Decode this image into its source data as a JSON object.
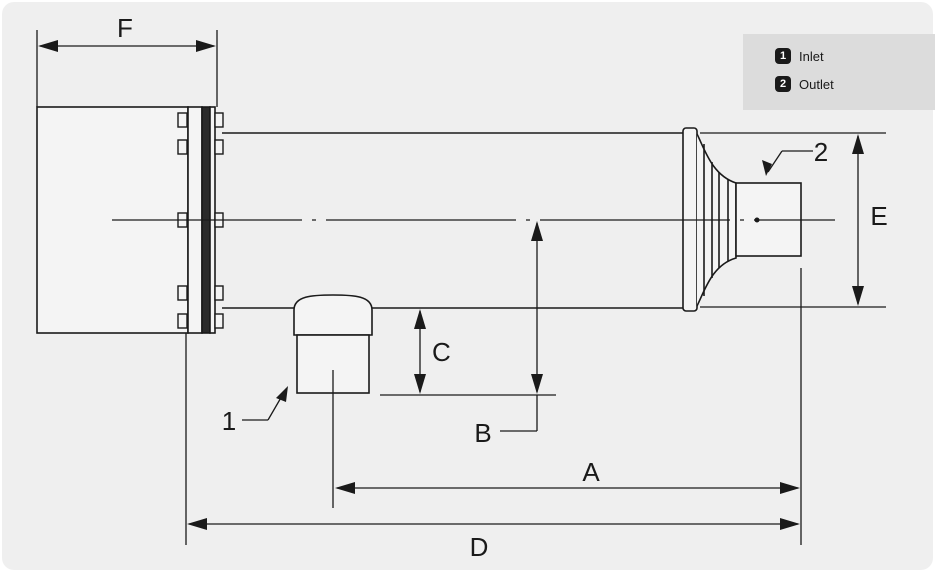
{
  "dimensions": {
    "a": "A",
    "b": "B",
    "c": "C",
    "d": "D",
    "e": "E",
    "f": "F"
  },
  "callouts": {
    "inlet_number": "1",
    "outlet_number": "2"
  },
  "legend": {
    "items": [
      {
        "number": "1",
        "label": "Inlet"
      },
      {
        "number": "2",
        "label": "Outlet"
      }
    ]
  },
  "colors": {
    "panel": "#efefef",
    "legend_box": "#dcdcdc",
    "line": "#1a1a1a"
  }
}
